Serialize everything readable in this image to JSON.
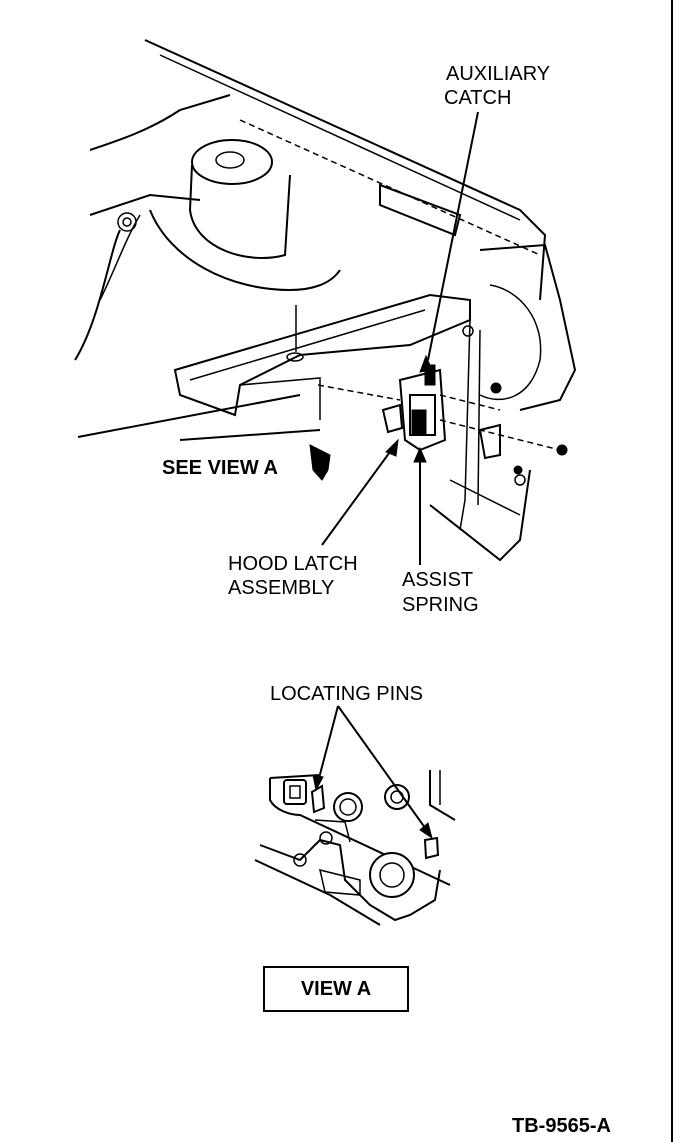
{
  "labels": {
    "auxiliary_catch_line1": "AUXILIARY",
    "auxiliary_catch_line2": "CATCH",
    "see_view_a": "SEE VIEW A",
    "hood_latch_line1": "HOOD LATCH",
    "hood_latch_line2": "ASSEMBLY",
    "assist_spring_line1": "ASSIST",
    "assist_spring_line2": "SPRING",
    "locating_pins": "LOCATING PINS",
    "view_a": "VIEW A",
    "figure_id": "TB-9565-A"
  }
}
